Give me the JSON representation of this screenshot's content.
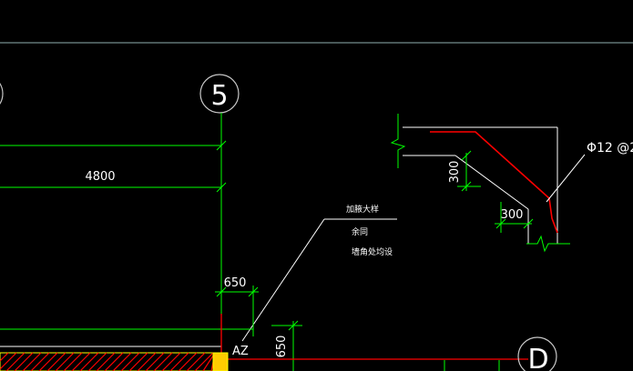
{
  "axes": {
    "axis_5": "5",
    "axis_d": "D"
  },
  "dimensions": {
    "span_4800": "4800",
    "dim_650_horizontal": "650",
    "dim_650_vertical": "650",
    "detail_300_vertical": "300",
    "detail_300_horizontal": "300"
  },
  "annotation": {
    "line1": "加腋大样",
    "line2": "余同",
    "line3": "墙角处均设"
  },
  "labels": {
    "column": "AZ"
  },
  "rebar_note": "Φ12 @2",
  "colors": {
    "background": "#000000",
    "line_green": "#00ff00",
    "line_white": "#ffffff",
    "rebar_red": "#ff0000",
    "hatch_yellow": "#ffff00",
    "axis_circle": "#c8c8c8",
    "frame_line": "#8fb0b0"
  }
}
